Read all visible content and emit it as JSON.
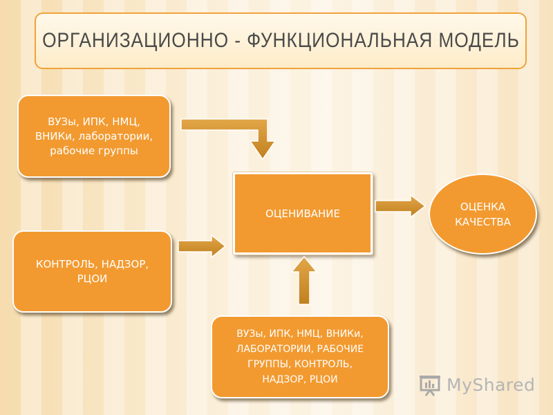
{
  "title": "ОРГАНИЗАЦИОННО - ФУНКЦИОНАЛЬНАЯ МОДЕЛЬ",
  "nodes": {
    "top_left": [
      "ВУЗы, ИПК, НМЦ,",
      "ВНИКи, лаборатории,",
      "рабочие группы"
    ],
    "control": [
      "КОНТРОЛЬ, НАДЗОР,",
      "РЦОИ"
    ],
    "center": "ОЦЕНИВАНИЕ",
    "bottom": [
      "ВУЗы, ИПК, НМЦ, ВНИКи,",
      "ЛАБОРАТОРИИ, РАБОЧИЕ",
      "ГРУППЫ, КОНТРОЛЬ,",
      "НАДЗОР, РЦОИ"
    ],
    "quality": [
      "ОЦЕНКА",
      "КАЧЕСТВА"
    ]
  },
  "colors": {
    "node_fill": "#f29a30",
    "arrow_fill": "#d2902e",
    "title_border": "#f0a23a"
  },
  "watermark": {
    "text": "MyShared",
    "icon": "presentation-board-icon"
  }
}
